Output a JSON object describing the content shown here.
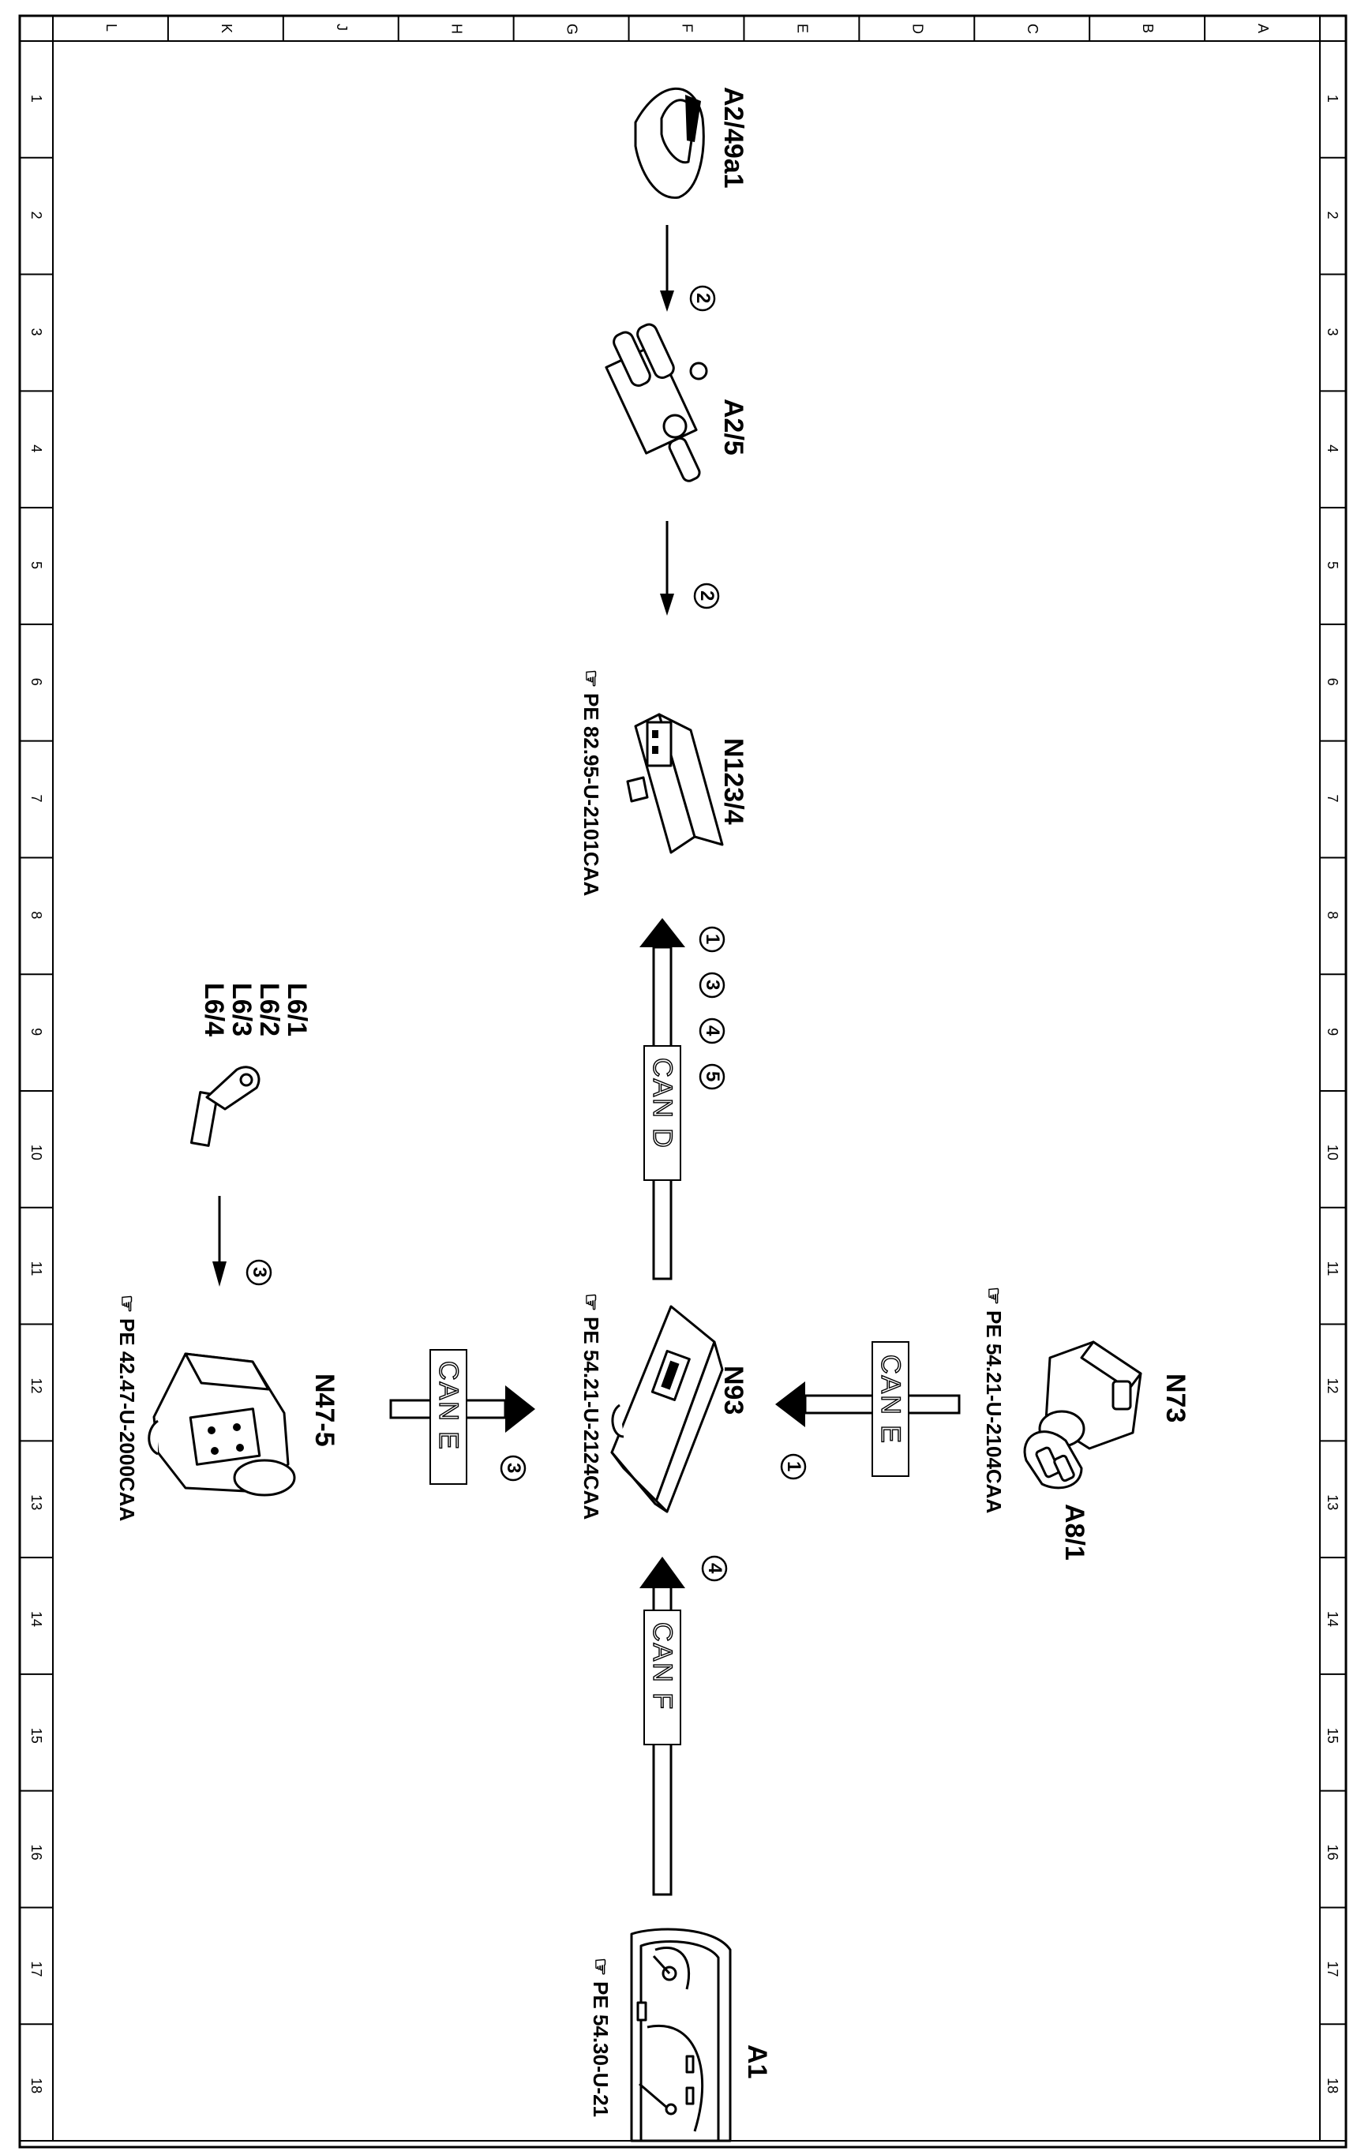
{
  "border": {
    "column_letters": [
      "L",
      "K",
      "J",
      "H",
      "G",
      "F",
      "E",
      "D",
      "C",
      "B",
      "A"
    ],
    "row_numbers": [
      "1",
      "2",
      "3",
      "4",
      "5",
      "6",
      "7",
      "8",
      "9",
      "10",
      "11",
      "12",
      "13",
      "14",
      "15",
      "16",
      "17",
      "18"
    ]
  },
  "components": {
    "a2_49a1": {
      "label": "A2/49a1"
    },
    "a2_5": {
      "label": "A2/5"
    },
    "n123_4": {
      "label": "N123/4",
      "ref": "PE 82.95-U-2101CAA"
    },
    "n93": {
      "label": "N93",
      "ref": "PE 54.21-U-2124CAA"
    },
    "n73": {
      "label": "N73",
      "ref": "PE 54.21-U-2104CAA"
    },
    "a8_1": {
      "label": "A8/1"
    },
    "n47_5": {
      "label": "N47-5",
      "ref": "PE 42.47-U-2000CAA"
    },
    "l6": {
      "labels": [
        "L6/1",
        "L6/2",
        "L6/3",
        "L6/4"
      ]
    },
    "a1": {
      "label": "A1",
      "ref": "PE 54.30-U-21"
    }
  },
  "buses": {
    "can_d": "CAN D",
    "can_e_top": "CAN E",
    "can_e_left": "CAN E",
    "can_f": "CAN F"
  },
  "signals": {
    "a2_49_to_a2_5": "2",
    "a2_5_to_n123": "2",
    "can_d_list": [
      "1",
      "3",
      "4",
      "5"
    ],
    "n73_to_n93": "1",
    "n47_to_n93": "3",
    "a1_to_n93": "4",
    "l6_to_n47": "3"
  }
}
